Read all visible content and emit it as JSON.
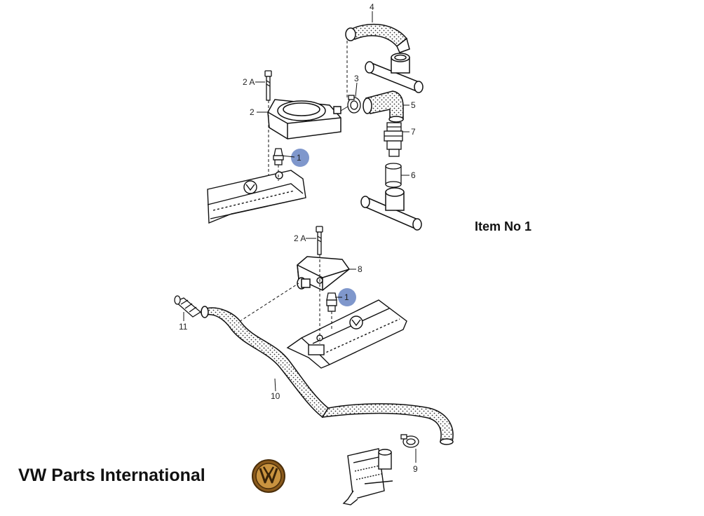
{
  "item_label": "Item No 1",
  "brand_name": "VW Parts International",
  "logo": "vw-roundel-logo",
  "highlight_color": "#7f97cc",
  "callouts": {
    "c1_top": "1",
    "c1_bottom": "1",
    "c2": "2",
    "c2a_top": "2 A",
    "c2a_bottom": "2 A",
    "c3": "3",
    "c4": "4",
    "c5": "5",
    "c6": "6",
    "c7": "7",
    "c8": "8",
    "c9": "9",
    "c10": "10",
    "c11": "11"
  }
}
